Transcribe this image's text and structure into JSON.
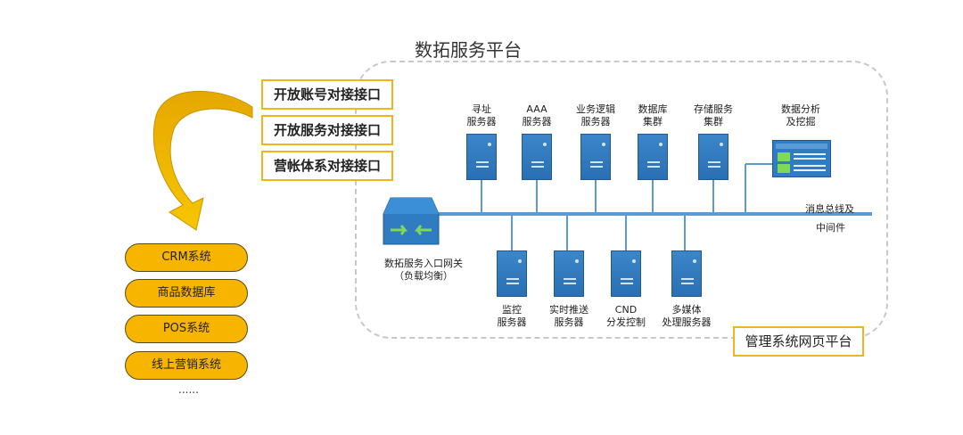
{
  "platform": {
    "title": "数拓服务平台"
  },
  "interfaces": [
    {
      "label": "开放账号对接接口"
    },
    {
      "label": "开放服务对接接口"
    },
    {
      "label": "营帐体系对接接口"
    }
  ],
  "systems": [
    {
      "label": "CRM系统"
    },
    {
      "label": "商品数据库"
    },
    {
      "label": "POS系统"
    },
    {
      "label": "线上营销系统"
    }
  ],
  "systems_more": "......",
  "top_servers": [
    {
      "line1": "寻址",
      "line2": "服务器"
    },
    {
      "line1": "AAA",
      "line2": "服务器"
    },
    {
      "line1": "业务逻辑",
      "line2": "服务器"
    },
    {
      "line1": "数据库",
      "line2": "集群"
    },
    {
      "line1": "存储服务",
      "line2": "集群"
    }
  ],
  "analysis": {
    "line1": "数据分析",
    "line2": "及挖掘"
  },
  "bus": {
    "line1": "消息总线及",
    "line2": "中间件"
  },
  "gateway": {
    "line1": "数拓服务入口网关",
    "line2": "（负载均衡）"
  },
  "bottom_servers": [
    {
      "line1": "监控",
      "line2": "服务器"
    },
    {
      "line1": "实时推送",
      "line2": "服务器"
    },
    {
      "line1": "CND",
      "line2": "分发控制"
    },
    {
      "line1": "多媒体",
      "line2": "处理服务器"
    }
  ],
  "management": {
    "label": "管理系统网页平台"
  },
  "colors": {
    "accent_yellow": "#f7b500",
    "server_blue": "#2f7cc2",
    "bus_blue": "#5b9bd5",
    "dashed_border": "#c8c8c8"
  }
}
